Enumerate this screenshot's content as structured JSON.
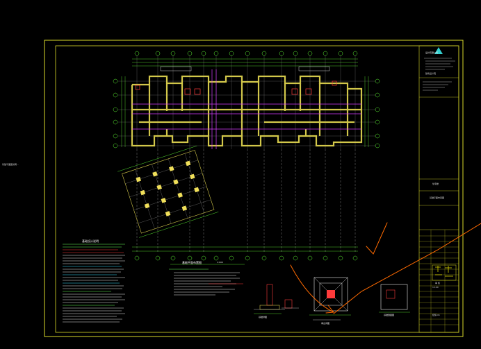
{
  "app": {
    "type": "CAD drawing",
    "background": "#000000"
  },
  "colors": {
    "frame_yellow": "#dada2a",
    "wall_yellow": "#d2c74a",
    "grid_white": "#dcdcdc",
    "dim_green": "#62ff36",
    "magenta": "#d43cff",
    "cyan": "#38e0ff",
    "red": "#ff3b3b",
    "orange_annot": "#ff6a00"
  },
  "icons": {
    "logo": "triangle-logo-icon",
    "check_mark": "orange-checkmark-icon",
    "arrow": "orange-arrow-icon"
  },
  "annotations": {
    "side_note": "基础平面图说明…"
  },
  "titleblock": {
    "company": "设计有限公司",
    "company_sub": "建筑设计院",
    "project": "住宅楼",
    "drawing": "基础平面布置图",
    "scale": "1:100",
    "sheet": "结施-01",
    "stamp": "审 核"
  },
  "notes": {
    "title1": "基础设计说明",
    "title2": "基础平面布置图",
    "scale": "1:100",
    "details": [
      "基础详图",
      "承台详图",
      "基础剖面图"
    ]
  }
}
